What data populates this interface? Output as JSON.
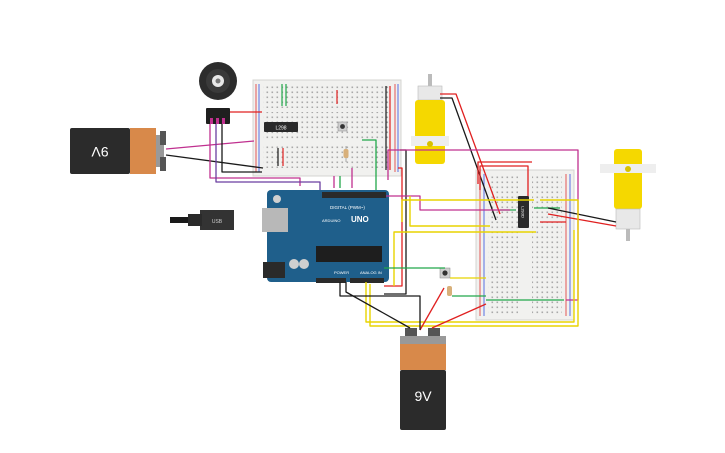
{
  "battery_left": {
    "label": "9V"
  },
  "battery_bottom": {
    "label": "9V"
  },
  "driver_chip_top": {
    "label": "L298"
  },
  "driver_chip_right": {
    "label": "L293D"
  },
  "arduino": {
    "brand_label": "ARDUINO",
    "model_label": "UNO",
    "digital_label": "DIGITAL (PWM~)",
    "power_label": "POWER",
    "analog_label": "ANALOG IN"
  },
  "usb": {
    "label": "USB"
  },
  "colors": {
    "board_blue": "#1f5f8b",
    "breadboard": "#f2f2f0",
    "motor_yellow": "#f5d800",
    "battery_copper": "#d8894a",
    "battery_black": "#2b2b2b",
    "wire_red": "#e02020",
    "wire_black": "#1a1a1a",
    "wire_yellow": "#e8d400",
    "wire_magenta": "#c0308f",
    "wire_green": "#22a84a",
    "wire_purple": "#6b3fa0"
  }
}
